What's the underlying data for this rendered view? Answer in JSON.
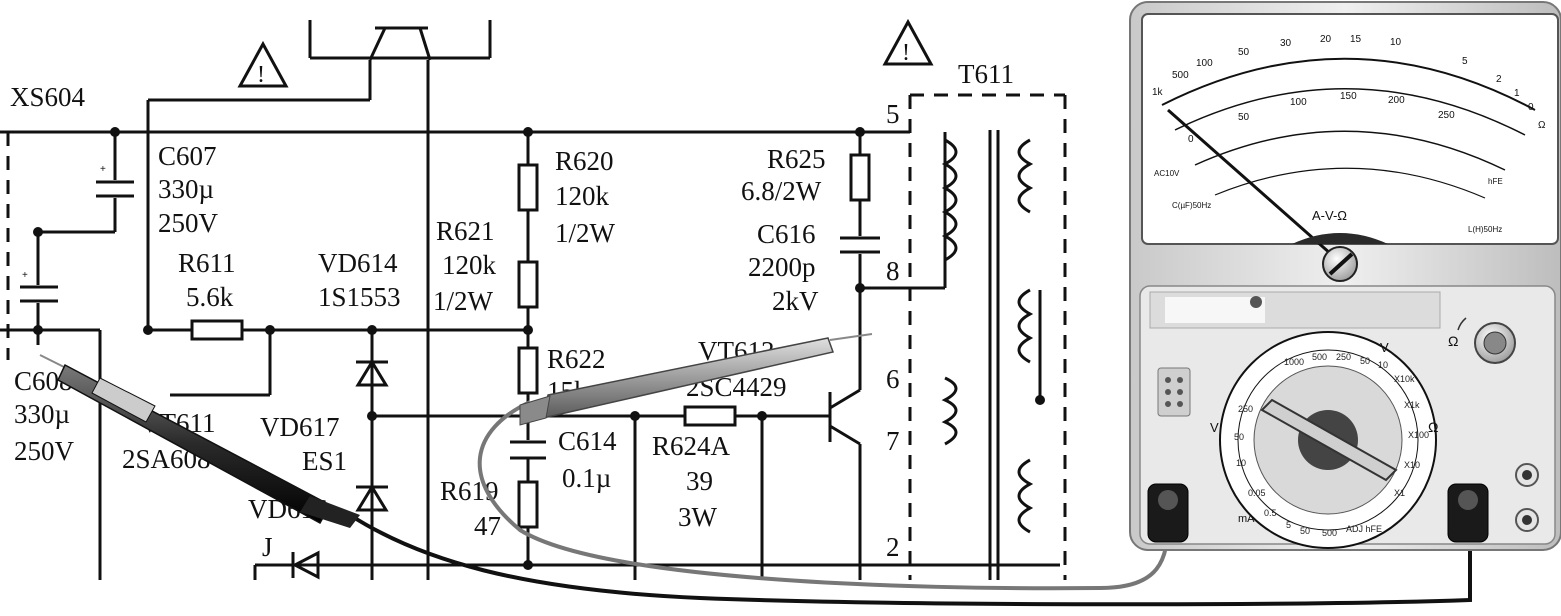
{
  "labels": {
    "xs604": "XS604",
    "c607": [
      "C607",
      "330µ",
      "250V"
    ],
    "c608": [
      "C608",
      "330µ",
      "250V"
    ],
    "r611": [
      "R611",
      "5.6k"
    ],
    "vd614": [
      "VD614",
      "1S1553"
    ],
    "r620": [
      "R620",
      "120k",
      "1/2W"
    ],
    "r621": [
      "R621",
      "120k",
      "1/2W"
    ],
    "r622": [
      "R622",
      "15k"
    ],
    "r625": [
      "R625",
      "6.8/2W"
    ],
    "c616": [
      "C616",
      "2200p",
      "2kV"
    ],
    "t611": "T611",
    "pins": [
      "5",
      "8",
      "6",
      "7",
      "2"
    ],
    "vt611": [
      "VT611",
      "2SA608"
    ],
    "vd617": [
      "VD617",
      "ES1"
    ],
    "vd616": "VD616",
    "vt613": [
      "VT613",
      "2SC4429"
    ],
    "c614": [
      "C614",
      "0.1µ"
    ],
    "r624a": [
      "R624A",
      "39",
      "3W"
    ],
    "r619": [
      "R619",
      "47"
    ],
    "jumper": "J"
  },
  "meter": {
    "scale_label": "A-V-Ω",
    "ac_label": "AC10V",
    "cap_label": "C(µF)50Hz",
    "ind_label": "L(H)50Hz",
    "hfe_label": "hFE",
    "ohm_scale": [
      "1k",
      "500",
      "100",
      "50",
      "30",
      "20",
      "15",
      "10",
      "5",
      "2",
      "1",
      "0"
    ],
    "dc_scale": [
      "0",
      "50",
      "100",
      "150",
      "200",
      "250"
    ],
    "ohm_symbol": "Ω",
    "range_volt": "V",
    "range_ohm": "Ω",
    "range_ma": "mA",
    "dial_volt": [
      "1000",
      "500",
      "250",
      "50",
      "10"
    ],
    "dial_ohm": [
      "X10k",
      "X1k",
      "X100",
      "X10",
      "X1"
    ],
    "dial_acv": [
      "250",
      "50",
      "10"
    ],
    "dial_ma": [
      "0.05",
      "0.5",
      "5",
      "50",
      "500"
    ],
    "adj_label": "ADJ hFE"
  }
}
